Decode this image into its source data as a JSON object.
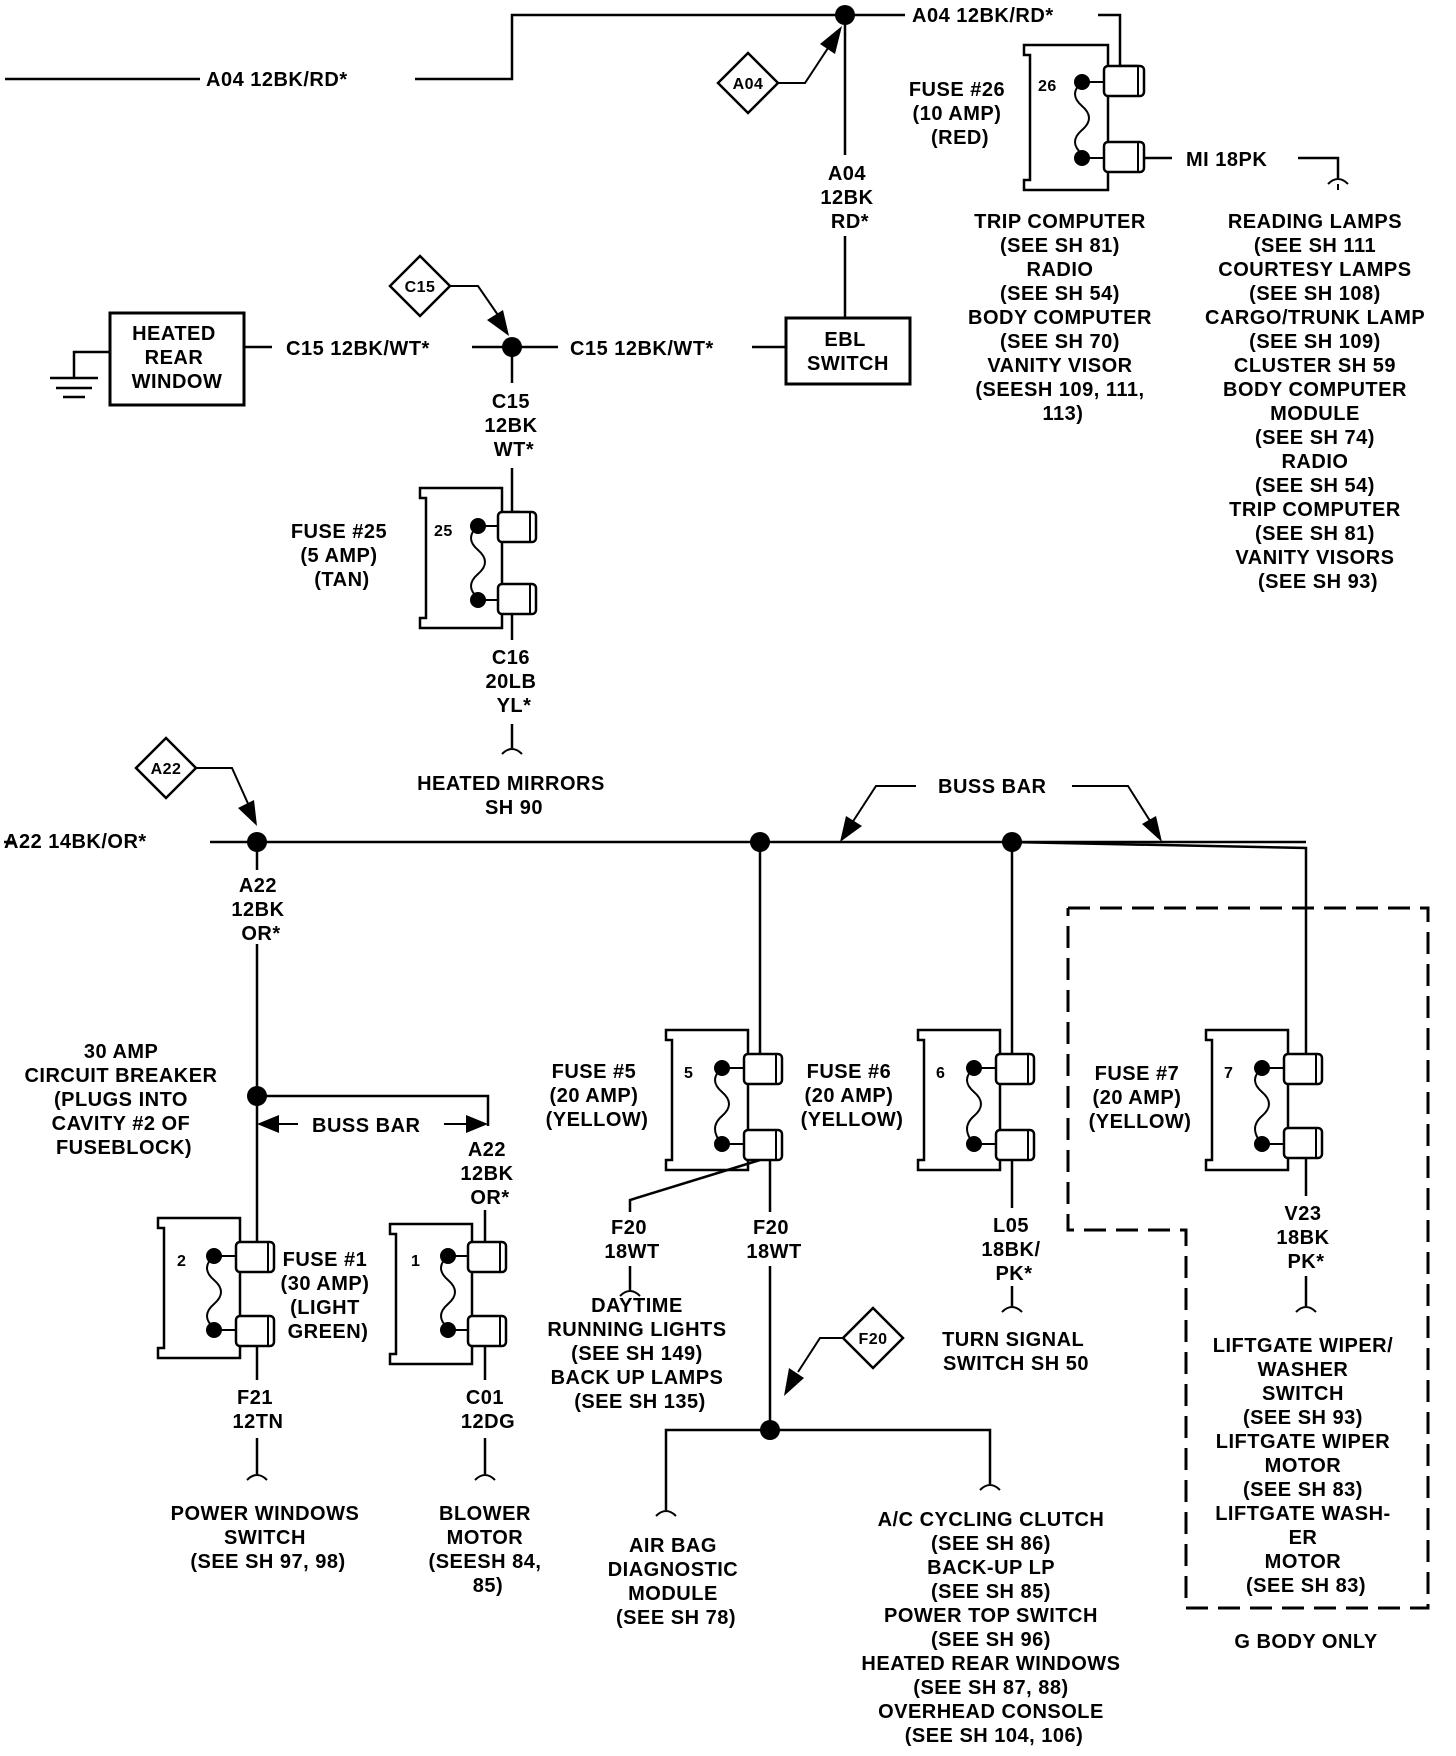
{
  "top": {
    "wire_left": "A04 12BK/RD*",
    "wire_right": "A04 12BK/RD*",
    "a04_tag": "A04",
    "a04_vert": [
      "A04",
      "12BK",
      "RD*"
    ],
    "fuse26_num": "26",
    "fuse26_label": [
      "FUSE #26",
      "(10 AMP)",
      "(RED)"
    ],
    "mi_wire": "MI 18PK",
    "fuse26_left_list": [
      "TRIP COMPUTER",
      "(SEE SH 81)",
      "RADIO",
      "(SEE SH 54)",
      "BODY COMPUTER",
      "(SEE SH 70)",
      "VANITY VISOR",
      "(SEESH 109, 111,",
      "113)"
    ],
    "fuse26_right_list": [
      "READING LAMPS",
      "(SEE SH 111",
      "COURTESY LAMPS",
      "(SEE SH 108)",
      "CARGO/TRUNK LAMP",
      "(SEE SH 109)",
      "CLUSTER SH 59",
      "BODY COMPUTER",
      "MODULE",
      "(SEE SH 74)",
      "RADIO",
      "(SEE SH 54)",
      "TRIP COMPUTER",
      "(SEE SH 81)",
      "VANITY VISORS",
      "(SEE SH 93)"
    ]
  },
  "mid": {
    "heated_rear_window": [
      "HEATED",
      "REAR",
      "WINDOW"
    ],
    "c15_left": "C15 12BK/WT*",
    "c15_right": "C15 12BK/WT*",
    "c15_tag": "C15",
    "ebl_switch": [
      "EBL",
      "SWITCH"
    ],
    "c15_vert": [
      "C15",
      "12BK",
      "WT*"
    ],
    "fuse25_num": "25",
    "fuse25_label": [
      "FUSE #25",
      "(5 AMP)",
      "(TAN)"
    ],
    "c16_vert": [
      "C16",
      "20LB",
      "YL*"
    ],
    "heated_mirrors": [
      "HEATED MIRRORS",
      "SH 90"
    ]
  },
  "bottom": {
    "a22_tag": "A22",
    "a22_wire": "A22 14BK/OR*",
    "buss_bar_top": "BUSS BAR",
    "a22_vert": [
      "A22",
      "12BK",
      "OR*"
    ],
    "breaker_label": [
      "30 AMP",
      "CIRCUIT BREAKER",
      "(PLUGS INTO",
      "CAVITY #2 OF",
      "FUSEBLOCK)"
    ],
    "buss_bar_left": "BUSS BAR",
    "a22_vert2": [
      "A22",
      "12BK",
      "OR*"
    ],
    "fuse1_num": "2",
    "fuse1_label": [
      "FUSE #1",
      "(30 AMP)",
      "(LIGHT",
      "GREEN)"
    ],
    "blower_fuse_num": "1",
    "f21_vert": [
      "F21",
      "12TN"
    ],
    "power_windows": [
      "POWER WINDOWS",
      "SWITCH",
      "(SEE SH 97, 98)"
    ],
    "c01_vert": [
      "C01",
      "12DG"
    ],
    "blower_motor": [
      "BLOWER",
      "MOTOR",
      "(SEESH 84,",
      "85)"
    ],
    "fuse5_num": "5",
    "fuse5_label": [
      "FUSE #5",
      "(20 AMP)",
      "(YELLOW)"
    ],
    "f20_left": [
      "F20",
      "18WT"
    ],
    "f20_right": [
      "F20",
      "18WT"
    ],
    "daytime_list": [
      "DAYTIME",
      "RUNNING LIGHTS",
      "(SEE SH 149)",
      "BACK UP LAMPS",
      "(SEE SH 135)"
    ],
    "f20_tag": "F20",
    "air_bag": [
      "AIR BAG",
      "DIAGNOSTIC",
      "MODULE",
      "(SEE SH 78)"
    ],
    "ac_list": [
      "A/C CYCLING CLUTCH",
      "(SEE SH 86)",
      "BACK-UP LP",
      "(SEE SH 85)",
      "POWER TOP SWITCH",
      "(SEE SH 96)",
      "HEATED REAR WINDOWS",
      "(SEE SH 87, 88)",
      "OVERHEAD CONSOLE",
      "(SEE SH 104, 106)"
    ],
    "fuse6_num": "6",
    "fuse6_label": [
      "FUSE #6",
      "(20 AMP)",
      "(YELLOW)"
    ],
    "l05_vert": [
      "L05",
      "18BK/",
      "PK*"
    ],
    "turn_signal": [
      "TURN SIGNAL",
      "SWITCH SH 50"
    ],
    "fuse7_num": "7",
    "fuse7_label": [
      "FUSE #7",
      "(20 AMP)",
      "(YELLOW)"
    ],
    "v23_vert": [
      "V23",
      "18BK",
      "PK*"
    ],
    "liftgate_list": [
      "LIFTGATE WIPER/",
      "WASHER",
      "SWITCH",
      "(SEE SH 93)",
      "LIFTGATE WIPER",
      "MOTOR",
      "(SEE SH 83)",
      "LIFTGATE WASH-",
      "ER",
      "MOTOR",
      "(SEE SH 83)"
    ],
    "g_body_only": "G BODY ONLY"
  }
}
